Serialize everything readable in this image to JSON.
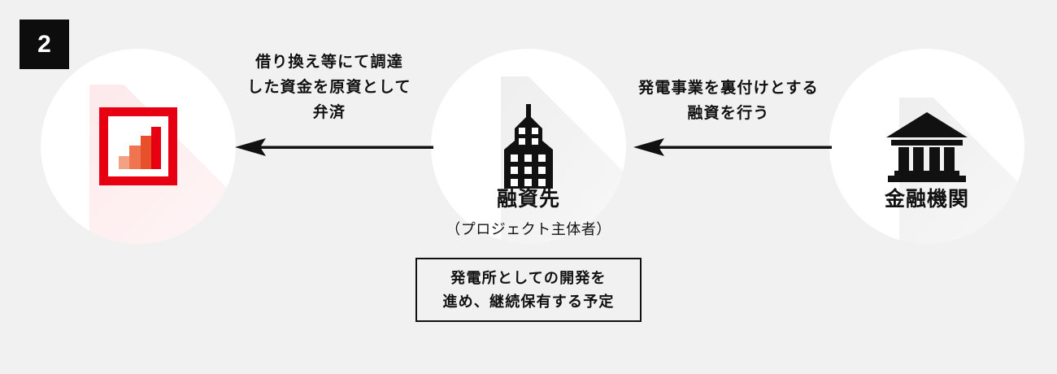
{
  "diagram": {
    "step_number": "2",
    "background_color": "#f1f1f2",
    "accent_color": "#e60012",
    "ink_color": "#111111"
  },
  "nodes": [
    {
      "id": "borrower",
      "icon": "bar-chart-in-frame-icon",
      "title": "",
      "subtitle": ""
    },
    {
      "id": "project-company",
      "icon": "office-building-icon",
      "title": "融資先",
      "subtitle": "（プロジェクト主体者）"
    },
    {
      "id": "financial-institution",
      "icon": "bank-icon",
      "title": "金融機関",
      "subtitle": ""
    }
  ],
  "arrows": [
    {
      "id": "repayment",
      "direction": "left",
      "label_lines": [
        "借り換え等にて調達",
        "した資金を原資として",
        "弁済"
      ]
    },
    {
      "id": "loan",
      "direction": "left",
      "label_lines": [
        "発電事業を裏付けとする",
        "融資を行う"
      ]
    }
  ],
  "callout": {
    "lines": [
      "発電所としての開発を",
      "進め、継続保有する予定"
    ]
  },
  "chart_icon": {
    "bars": [
      {
        "value": 1,
        "color": "#f2a183"
      },
      {
        "value": 2,
        "color": "#ef7551"
      },
      {
        "value": 3,
        "color": "#e8502b"
      },
      {
        "value": 4,
        "color": "#e60012"
      }
    ],
    "frame_color": "#e60012"
  }
}
